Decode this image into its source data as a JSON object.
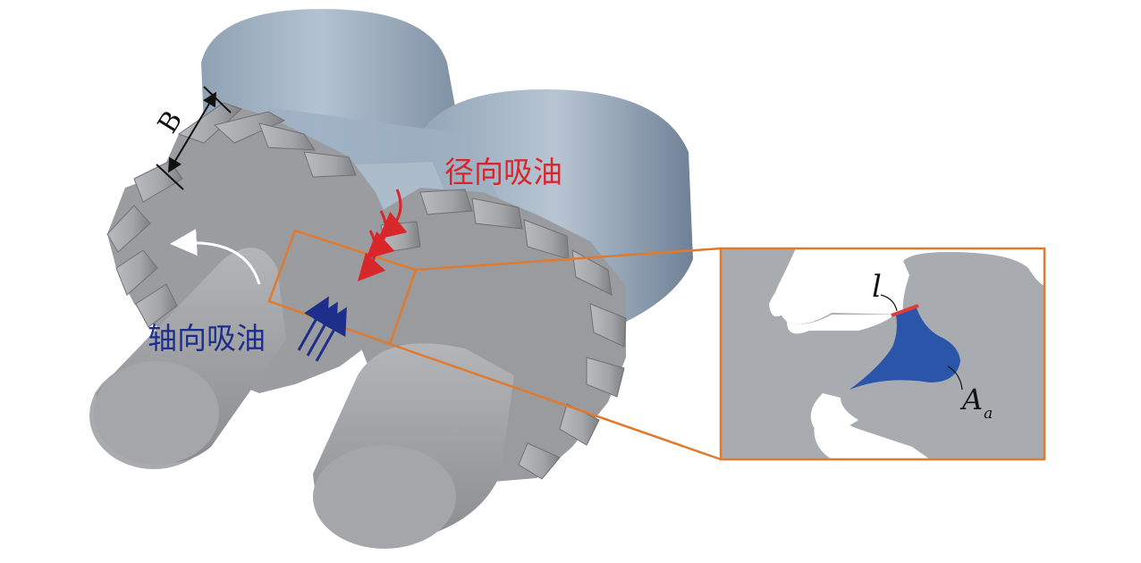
{
  "labels": {
    "radial_suction": "径向吸油",
    "axial_suction": "轴向吸油",
    "width_symbol": "B",
    "length_symbol": "l",
    "area_symbol": "A",
    "area_subscript": "a"
  },
  "colors": {
    "housing": "#a8b8c8",
    "gear": "#a7a9ad",
    "gear_dark": "#7c7e82",
    "radial_arrows": "#d8262a",
    "axial_arrows": "#1d2f8a",
    "zoom_frame": "#e07a2e",
    "area_fill": "#2a55a8",
    "edge_line": "#e03a3a"
  }
}
